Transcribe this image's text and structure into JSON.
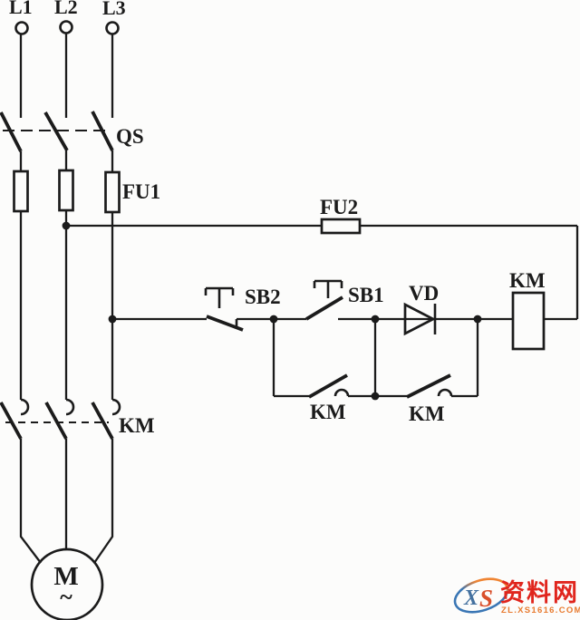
{
  "schematic": {
    "phases": [
      {
        "label": "L1"
      },
      {
        "label": "L2"
      },
      {
        "label": "L3"
      }
    ],
    "labels": {
      "disconnect_switch": "QS",
      "main_fuse": "FU1",
      "control_fuse": "FU2",
      "stop_button": "SB2",
      "start_button": "SB1",
      "diode": "VD",
      "contactor_coil": "KM",
      "latch_contact": "KM",
      "shorting_contact": "KM",
      "main_contacts": "KM",
      "motor": "M",
      "motor_ac": "~"
    },
    "colors": {
      "line": "#1b1b1b",
      "background": "#fcfcfb"
    }
  },
  "watermark": {
    "logo_x": "X",
    "logo_s": "S",
    "site_name": "资料网",
    "site_url": "ZL.XS1616.COM",
    "colors": {
      "blue": "#3a76b4",
      "orange": "#ef8432",
      "red": "#e0251d",
      "url_orange": "#e87a2e"
    }
  }
}
